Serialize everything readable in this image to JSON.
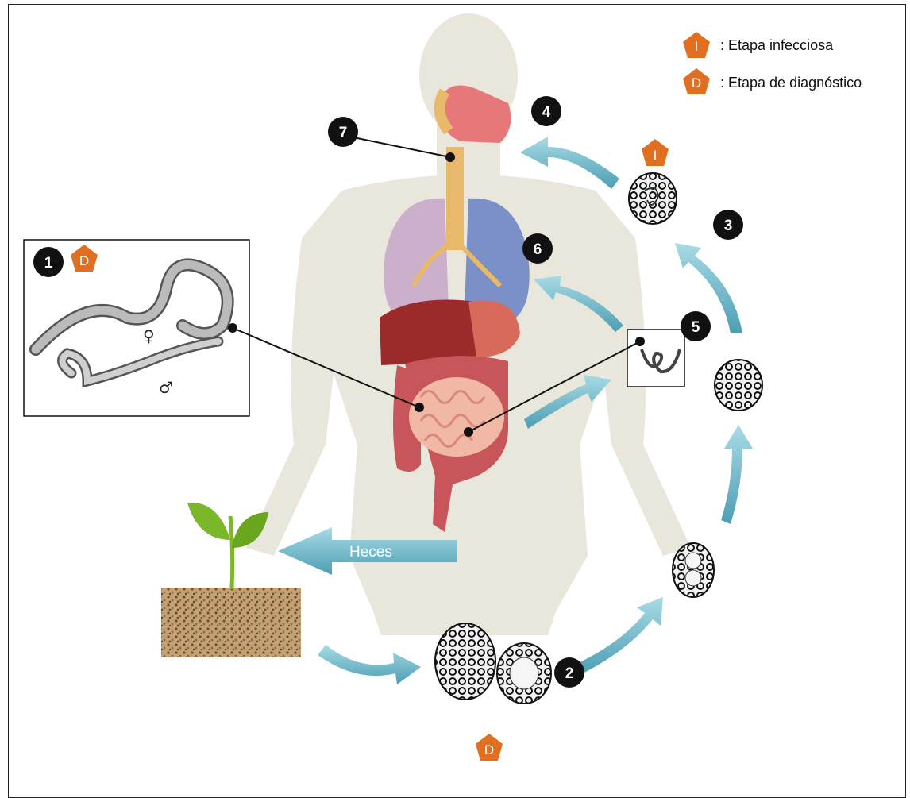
{
  "legend": {
    "infective_symbol": "I",
    "infective_text": ": Etapa infecciosa",
    "diagnostic_symbol": "D",
    "diagnostic_text": ": Etapa de diagnóstico"
  },
  "stages": [
    "1",
    "2",
    "3",
    "4",
    "5",
    "6",
    "7"
  ],
  "stage_markers": {
    "adult_worms": "D",
    "eggs": "D",
    "embryonated_egg": "I"
  },
  "worm_symbols": {
    "female": "♀",
    "male": "♂"
  },
  "arrow_label": "Heces",
  "colors": {
    "badge_orange": "#e07020",
    "arrow_teal": "#6fb7c9",
    "body_silhouette": "#e9e6dc",
    "soil": "#b8956a",
    "leaf_green": "#7ab829",
    "intestine": "#c8555a",
    "lung_blue": "#6f86c4",
    "lung_pink": "#c9a8c9",
    "liver": "#9c2a2a"
  }
}
